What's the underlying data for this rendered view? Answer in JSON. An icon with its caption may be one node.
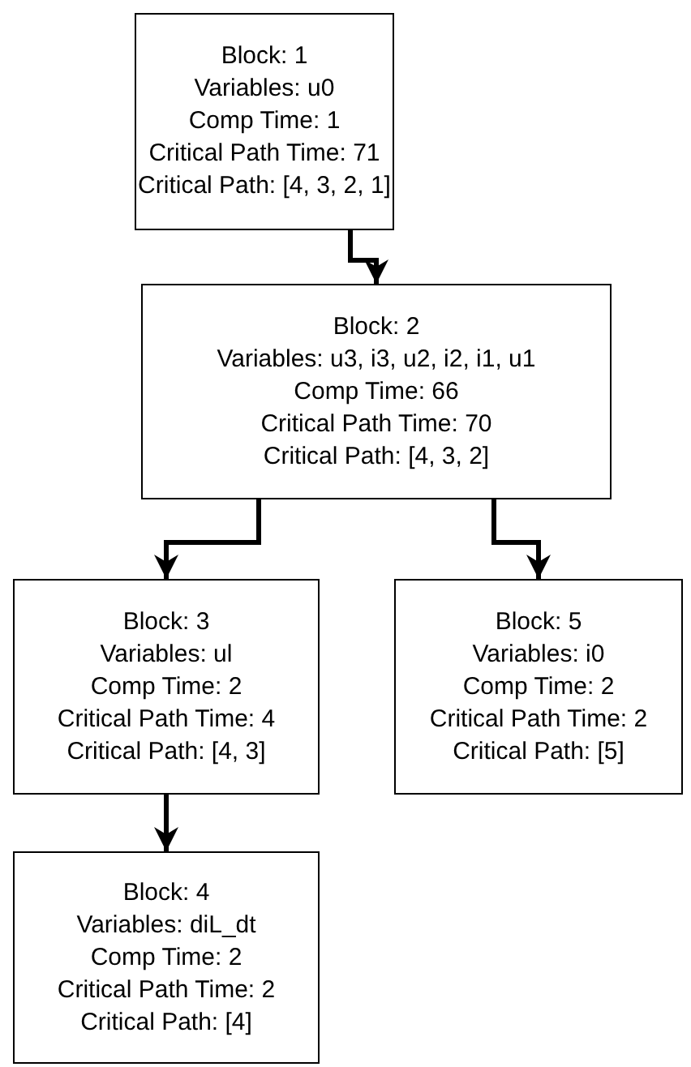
{
  "diagram": {
    "nodes": [
      {
        "text": [
          "Block: 1",
          "Variables: u0",
          "Comp Time: 1",
          "Critical Path Time: 71",
          "Critical Path: [4, 3, 2, 1]"
        ]
      },
      {
        "text": [
          "Block: 2",
          "Variables: u3, i3, u2, i2, i1, u1",
          "Comp Time: 66",
          "Critical Path Time: 70",
          "Critical Path: [4, 3, 2]"
        ]
      },
      {
        "text": [
          "Block: 3",
          "Variables: ul",
          "Comp Time: 2",
          "Critical Path Time: 4",
          "Critical Path: [4, 3]"
        ]
      },
      {
        "text": [
          "Block: 5",
          "Variables: i0",
          "Comp Time: 2",
          "Critical Path Time: 2",
          "Critical Path: [5]"
        ]
      },
      {
        "text": [
          "Block: 4",
          "Variables: diL_dt",
          "Comp Time: 2",
          "Critical Path Time: 2",
          "Critical Path: [4]"
        ]
      }
    ],
    "edges": [
      {
        "from": 0,
        "to": 1,
        "arrow": "to"
      },
      {
        "from": 1,
        "to": 2,
        "arrow": "to"
      },
      {
        "from": 1,
        "to": 3,
        "arrow": "to"
      },
      {
        "from": 2,
        "to": 4,
        "arrow": "to"
      }
    ]
  }
}
